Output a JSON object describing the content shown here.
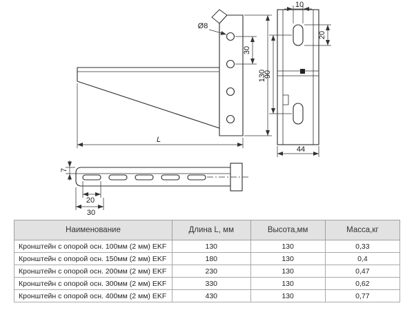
{
  "drawing": {
    "side_view": {
      "hole_diameter": "Ø8",
      "hole_spacing": "30",
      "height": "130",
      "length": "L"
    },
    "back_view": {
      "slot_width": "10",
      "slot_length": "20",
      "slot_spacing": "90",
      "profile_width": "44"
    },
    "top_view": {
      "edge_width": "7",
      "slot_length": "20",
      "slot_offset": "30"
    }
  },
  "table": {
    "headers": [
      "Наименование",
      "Длина L, мм",
      "Высота,мм",
      "Масса,кг"
    ],
    "rows": [
      [
        "Кронштейн с опорой осн. 100мм (2 мм) EKF",
        "130",
        "130",
        "0,33"
      ],
      [
        "Кронштейн с опорой осн. 150мм (2 мм) EKF",
        "180",
        "130",
        "0,4"
      ],
      [
        "Кронштейн с опорой осн. 200мм (2 мм) EKF",
        "230",
        "130",
        "0,47"
      ],
      [
        "Кронштейн с опорой осн. 300мм (2 мм) EKF",
        "330",
        "130",
        "0,62"
      ],
      [
        "Кронштейн с опорой осн. 400мм (2 мм) EKF",
        "430",
        "130",
        "0,77"
      ]
    ]
  }
}
